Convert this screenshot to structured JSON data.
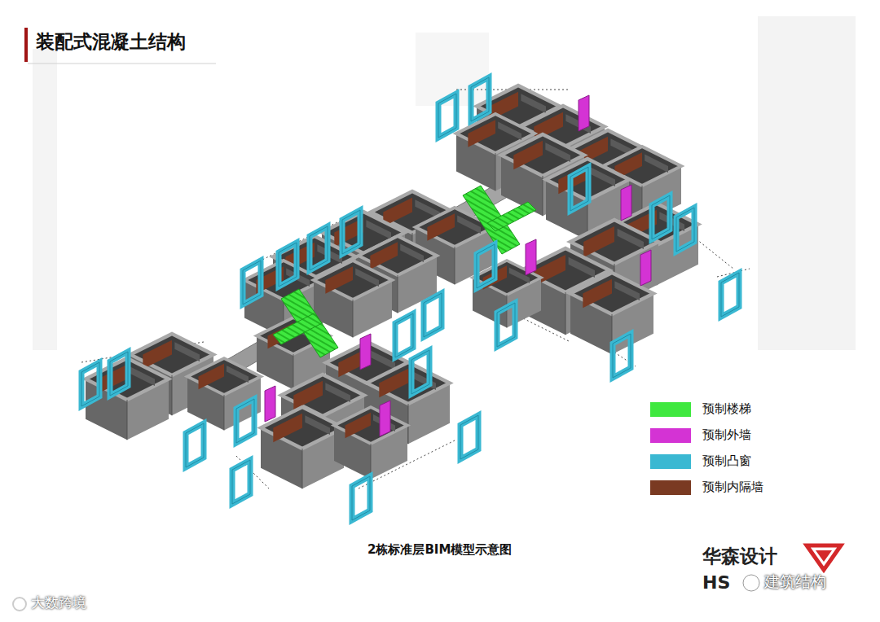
{
  "diagram": {
    "title": "装配式混凝土结构",
    "caption": "2栋标准层BIM模型示意图",
    "labels": [
      "华森设计",
      "HS",
      "建筑结构",
      "大数跨境"
    ],
    "legend": [
      {
        "text": "预制楼梯",
        "color": "#3fe83f"
      },
      {
        "text": "预制外墙",
        "color": "#d433d4"
      },
      {
        "text": "预制凸窗",
        "color": "#3ab8d2"
      },
      {
        "text": "预制内隔墙",
        "color": "#7a3a22"
      }
    ]
  }
}
